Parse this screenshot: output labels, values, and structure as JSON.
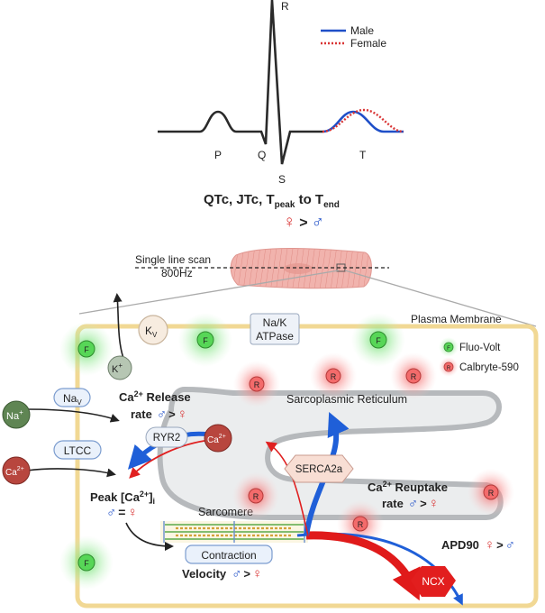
{
  "ecg": {
    "wave_labels": {
      "r": "R",
      "p": "P",
      "q": "Q",
      "s": "S",
      "t": "T"
    },
    "legend": {
      "male": "Male",
      "female": "Female",
      "male_color": "#1f4fc8",
      "female_color": "#d93535"
    },
    "interval_title": {
      "a": "QTc, JTc, T",
      "sub1": "peak",
      "b": " to T",
      "sub2": "end"
    },
    "comparison": {
      "left": "♀",
      "op": ">",
      "right": "♂"
    }
  },
  "scan": {
    "label_line1": "Single line scan",
    "label_line2": "800Hz"
  },
  "cell": {
    "plasma_membrane": "Plasma Membrane",
    "sarcoplasmic_reticulum": "Sarcoplasmic Reticulum",
    "sarcomere": "Sarcomere",
    "contraction": "Contraction"
  },
  "channels": {
    "kv": {
      "base": "K",
      "sub": "V"
    },
    "nav": {
      "base": "Na",
      "sub": "V"
    },
    "ltcc": "LTCC",
    "nak": {
      "line1": "Na/K",
      "line2": "ATPase"
    },
    "ryr2": "RYR2",
    "serca": "SERCA2a",
    "ncx": "NCX"
  },
  "ions": {
    "k": {
      "base": "K",
      "sup": "+"
    },
    "na": {
      "base": "Na",
      "sup": "+"
    },
    "ca": {
      "base": "Ca",
      "sup": "2+"
    }
  },
  "dyes": {
    "fluo_volt": {
      "marker": "F",
      "label": "Fluo-Volt",
      "color": "#5cd65c"
    },
    "calbryte": {
      "marker": "R",
      "label": "Calbryte-590",
      "color": "#f05a5a"
    }
  },
  "findings": {
    "release": {
      "line1_a": "Ca",
      "line1_sup": "2+",
      "line1_b": " Release",
      "line2": "rate",
      "left": "♂",
      "op": ">",
      "right": "♀"
    },
    "peak": {
      "a": "Peak [Ca",
      "sup": "2+",
      "b": "]",
      "sub": "i",
      "left": "♂",
      "op": "=",
      "right": "♀"
    },
    "reuptake": {
      "line1_a": "Ca",
      "line1_sup": "2+",
      "line1_b": " Reuptake",
      "line2": "rate",
      "left": "♂",
      "op": ">",
      "right": "♀"
    },
    "velocity": {
      "label": "Velocity",
      "left": "♂",
      "op": ">",
      "right": "♀"
    },
    "apd90": {
      "label": "APD90",
      "left": "♀",
      "op": ">",
      "right": "♂"
    }
  }
}
